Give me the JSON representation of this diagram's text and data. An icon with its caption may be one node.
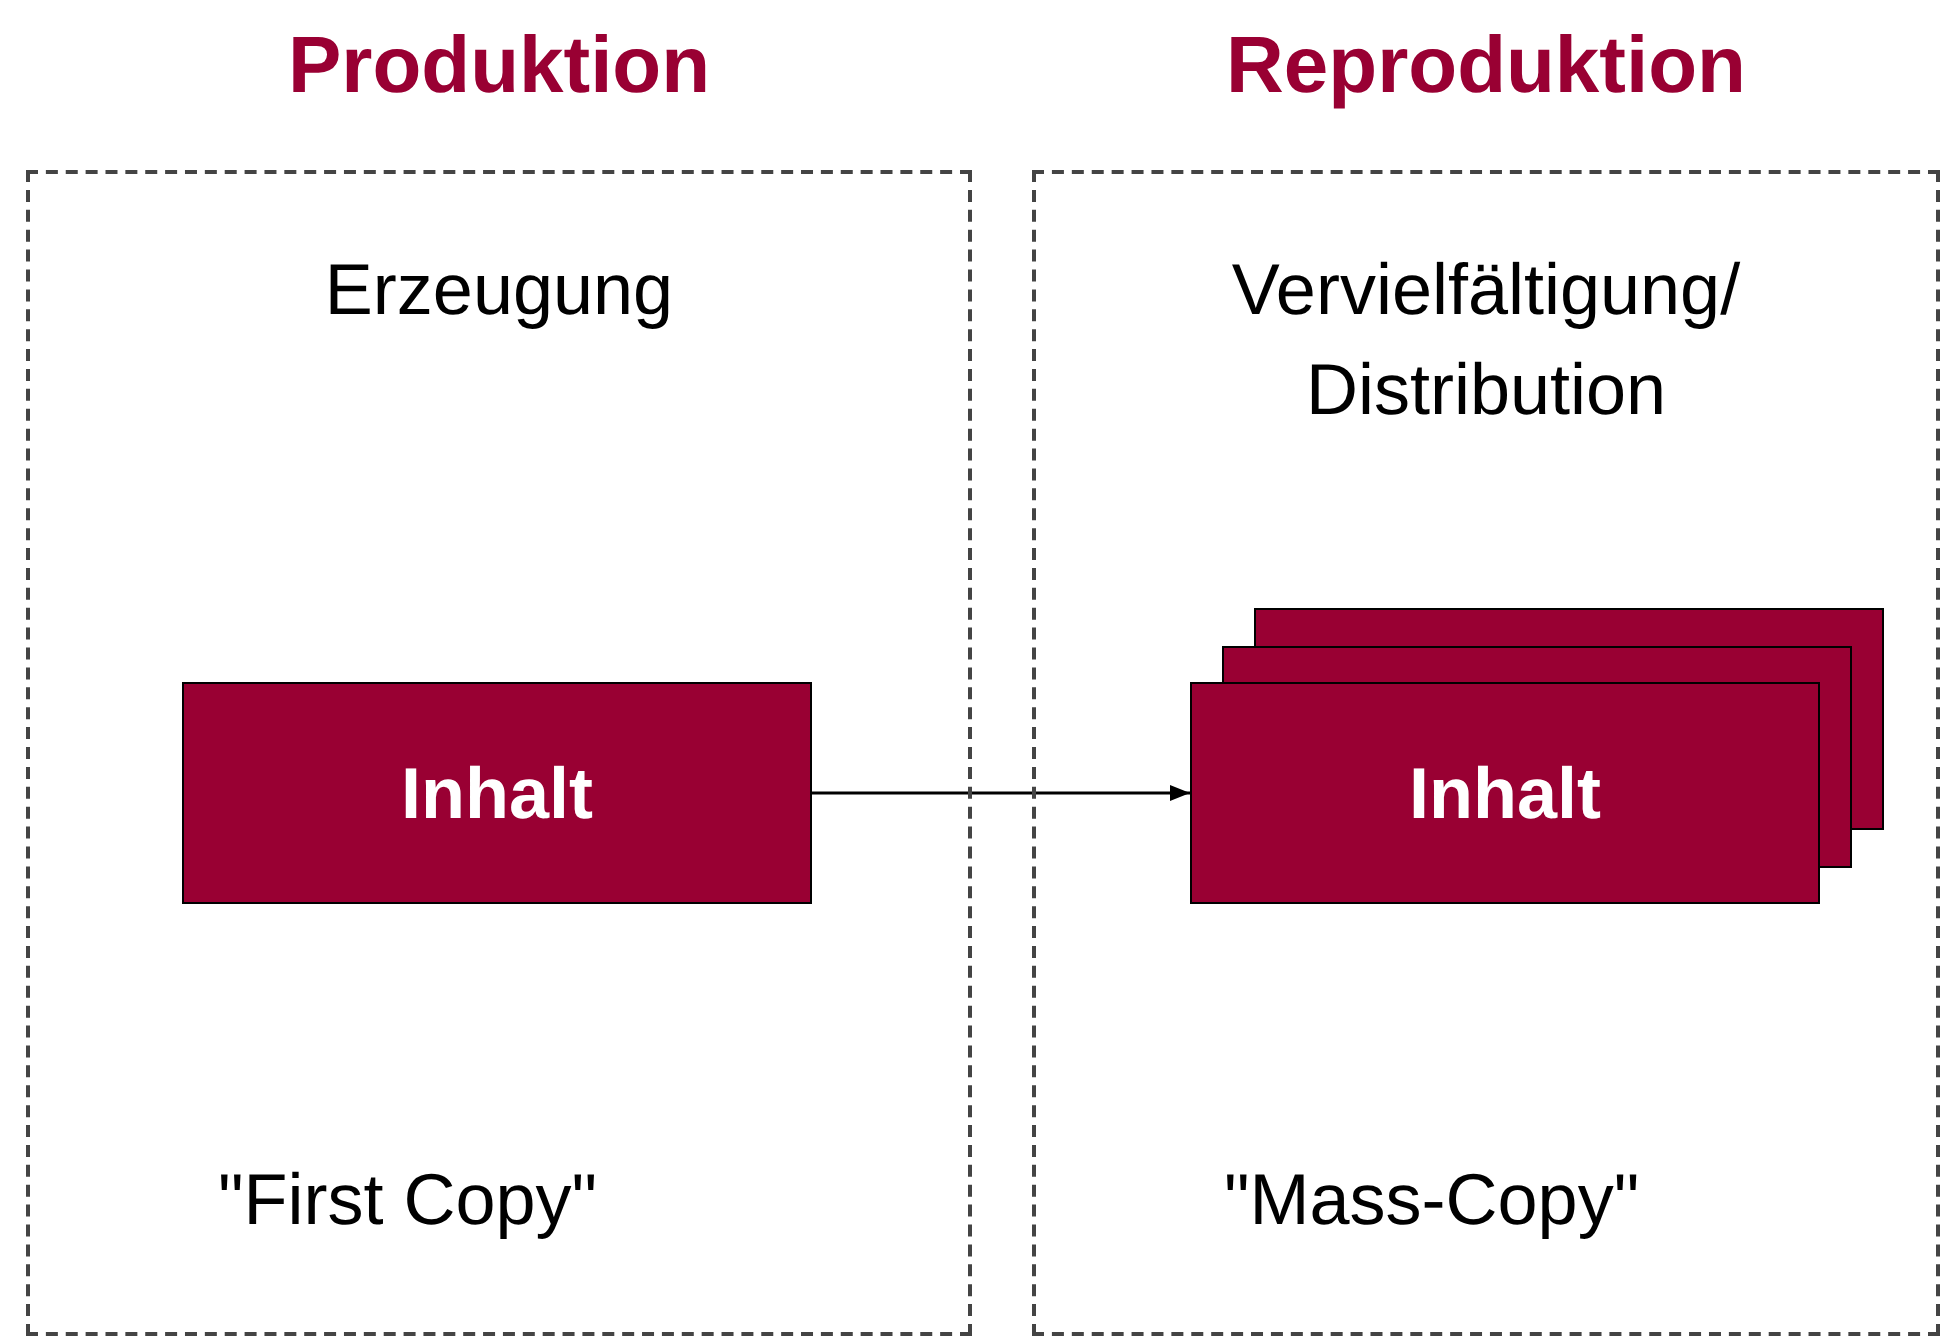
{
  "diagram": {
    "nodes": [
      {
        "text": [
          "Produktion",
          "Erzeugung",
          "\"First Copy\""
        ]
      },
      {
        "text": [
          "Inhalt"
        ],
        "in": 0
      },
      {
        "text": [
          "Reproduktion",
          "Vervielfältigung/ Distribution",
          "\"Mass-Copy\""
        ]
      },
      {
        "text": [
          "Inhalt"
        ],
        "in": 2
      }
    ],
    "edges": [
      {
        "from": 1,
        "to": 3,
        "arrow": "to"
      }
    ]
  }
}
